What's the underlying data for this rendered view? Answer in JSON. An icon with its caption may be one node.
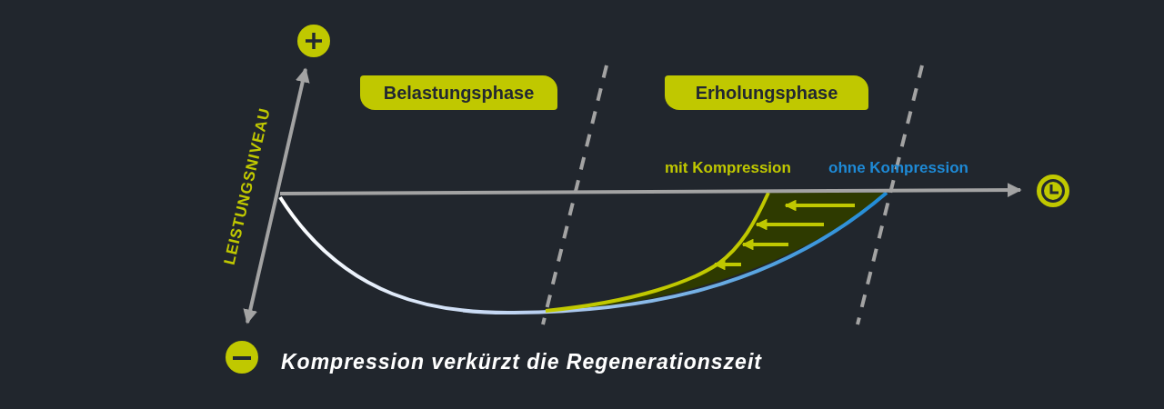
{
  "diagram": {
    "caption": "Kompression verkürzt die Regenerationszeit",
    "nodes": [
      {
        "text": [
          "Belastungsphase"
        ]
      },
      {
        "text": [
          "Erholungsphase"
        ]
      }
    ],
    "labels": [
      "LEISTUNGSNIVEAU",
      "mit Kompression",
      "ohne Kompression"
    ]
  }
}
